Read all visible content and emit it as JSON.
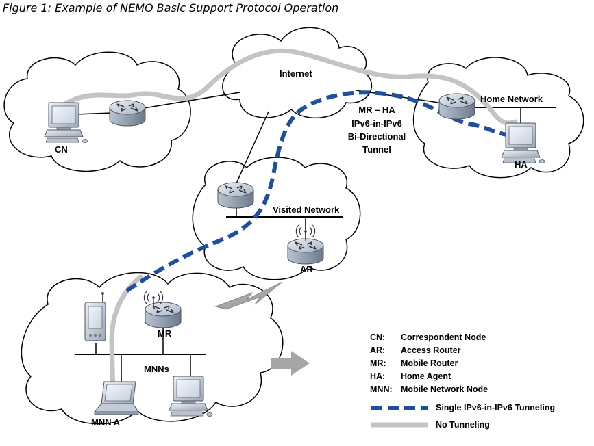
{
  "title": "Figure 1: Example of NEMO Basic Support Protocol Operation",
  "labels": {
    "internet": "Internet",
    "cn": "CN",
    "home_network": "Home Network",
    "ha": "HA",
    "tunnel_line1": "MR – HA",
    "tunnel_line2": "IPv6-in-IPv6",
    "tunnel_line3": "Bi-Directional",
    "tunnel_line4": "Tunnel",
    "visited_network": "Visited Network",
    "ar": "AR",
    "mr": "MR",
    "mnns": "MNNs",
    "mnn_a": "MNN A"
  },
  "legend": {
    "items": [
      {
        "abbr": "CN:",
        "text": "Correspondent Node"
      },
      {
        "abbr": "AR:",
        "text": "Access Router"
      },
      {
        "abbr": "MR:",
        "text": "Mobile Router"
      },
      {
        "abbr": "HA:",
        "text": "Home Agent"
      },
      {
        "abbr": "MNN:",
        "text": "Mobile Network Node"
      }
    ],
    "single_tunnel": "Single IPv6-in-IPv6 Tunneling",
    "no_tunnel": "No Tunneling"
  },
  "colors": {
    "tunnel": "#1f4fa0",
    "no_tunnel": "#c4c4c4",
    "arrow": "#a6a6a6"
  },
  "icons": [
    "router-icon",
    "desktop-computer-icon",
    "laptop-icon",
    "pda-icon",
    "wireless-link-icon",
    "arrow-icon"
  ]
}
